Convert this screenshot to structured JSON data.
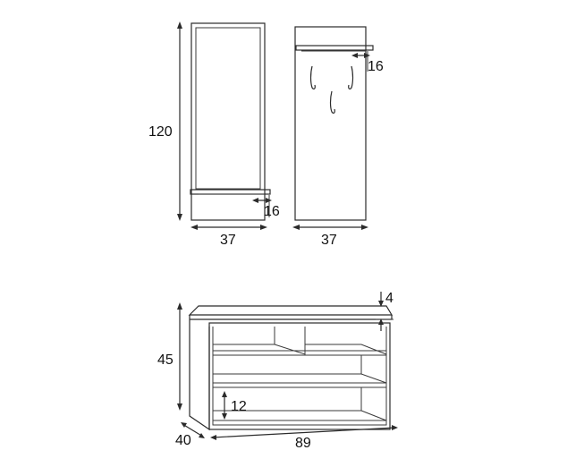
{
  "dimensions": {
    "mirror_height": "120",
    "mirror_shelf_depth": "16",
    "mirror_width": "37",
    "hanger_shelf_depth": "16",
    "hanger_width": "37",
    "bench_cushion": "4",
    "bench_height": "45",
    "bench_shelf_gap": "12",
    "bench_depth": "40",
    "bench_width": "89"
  },
  "colors": {
    "line": "#2b2b2b",
    "text": "#111111",
    "background": "#ffffff"
  }
}
